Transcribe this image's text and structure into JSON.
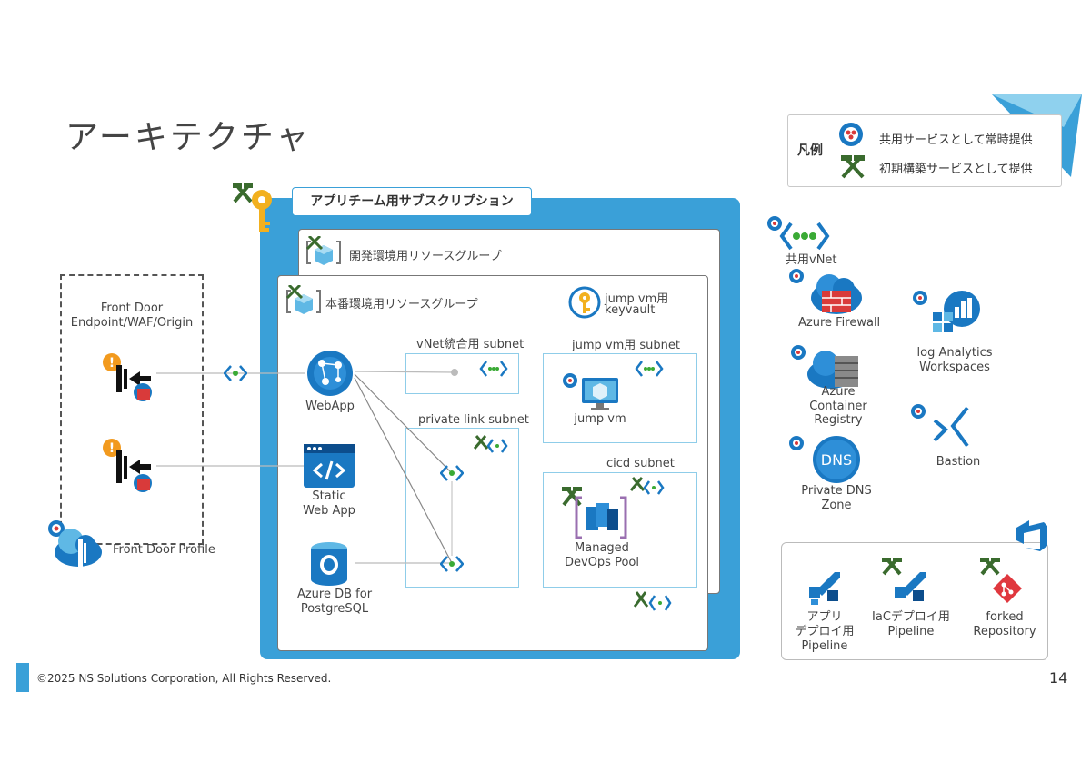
{
  "page": {
    "title": "アーキテクチャ",
    "footer": "©2025 NS Solutions Corporation,  All Rights Reserved.",
    "page_number": "14"
  },
  "legend": {
    "heading": "凡例",
    "items": [
      {
        "label": "共用サービスとして常時提供",
        "icon": "shared-service-icon"
      },
      {
        "label": "初期構築サービスとして提供",
        "icon": "hammer-tools-icon"
      }
    ]
  },
  "subscription": {
    "label": "アプリチーム用サブスクリプション"
  },
  "dev_rg": {
    "label": "開発環境用リソースグループ"
  },
  "prod_rg": {
    "label": "本番環境用リソースグループ"
  },
  "keyvault": {
    "label_line1": "jump vm用",
    "label_line2": "keyvault"
  },
  "subnets": {
    "vnet_integration": "vNet統合用 subnet",
    "private_link": "private link subnet",
    "jump_vm": "jump vm用 subnet",
    "cicd": "cicd subnet"
  },
  "front_door": {
    "label_line1": "Front Door",
    "label_line2": "Endpoint/WAF/Origin",
    "profile": "Front Door Profile"
  },
  "app_nodes": {
    "webapp": "WebApp",
    "static_line1": "Static",
    "static_line2": "Web App",
    "pg_line1": "Azure DB for",
    "pg_line2": "PostgreSQL",
    "jumpvm": "jump vm",
    "devops_line1": "Managed",
    "devops_line2": "DevOps Pool"
  },
  "shared": {
    "vnet": "共用vNet",
    "firewall": "Azure Firewall",
    "log_line1": "log Analytics",
    "log_line2": "Workspaces",
    "acr_line1": "Azure",
    "acr_line2": "Container",
    "acr_line3": "Registry",
    "bastion": "Bastion",
    "dns_line1": "Private DNS",
    "dns_line2": "Zone",
    "dns_icon_text": "DNS"
  },
  "devops": {
    "app_line1": "アプリ",
    "app_line2": "デプロイ用",
    "app_line3": "Pipeline",
    "iac_line1": "IaCデプロイ用",
    "iac_line2": "Pipeline",
    "repo_line1": "forked",
    "repo_line2": "Repository"
  },
  "colors": {
    "accent": "#3aa0d8",
    "azure_blue": "#1a78c2",
    "hammer_green": "#3a6b2e",
    "key_gold": "#f2b01e",
    "warning_orange": "#f29a1e",
    "firewall_red": "#d93a3a",
    "git_red": "#e0383e"
  }
}
